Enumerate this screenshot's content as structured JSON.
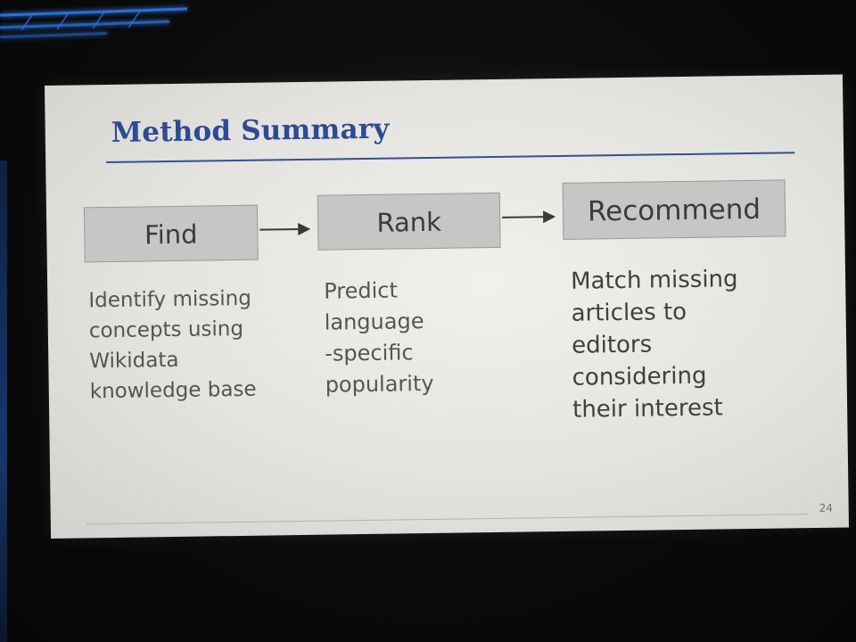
{
  "slide": {
    "title": "Method Summary",
    "steps": [
      {
        "label": "Find",
        "description": "Identify missing\nconcepts using\nWikidata\nknowledge base"
      },
      {
        "label": "Rank",
        "description": "Predict\nlanguage\n-specific\npopularity"
      },
      {
        "label": "Recommend",
        "description": "Match missing\narticles to\neditors\nconsidering\ntheir interest"
      }
    ],
    "page_number": "24"
  },
  "colors": {
    "title": "#2f4a94",
    "step_box": "#c6c6c4",
    "stage_truss": "#2a6fd6"
  },
  "icons": [
    "arrow-right-icon",
    "arrow-right-icon"
  ]
}
